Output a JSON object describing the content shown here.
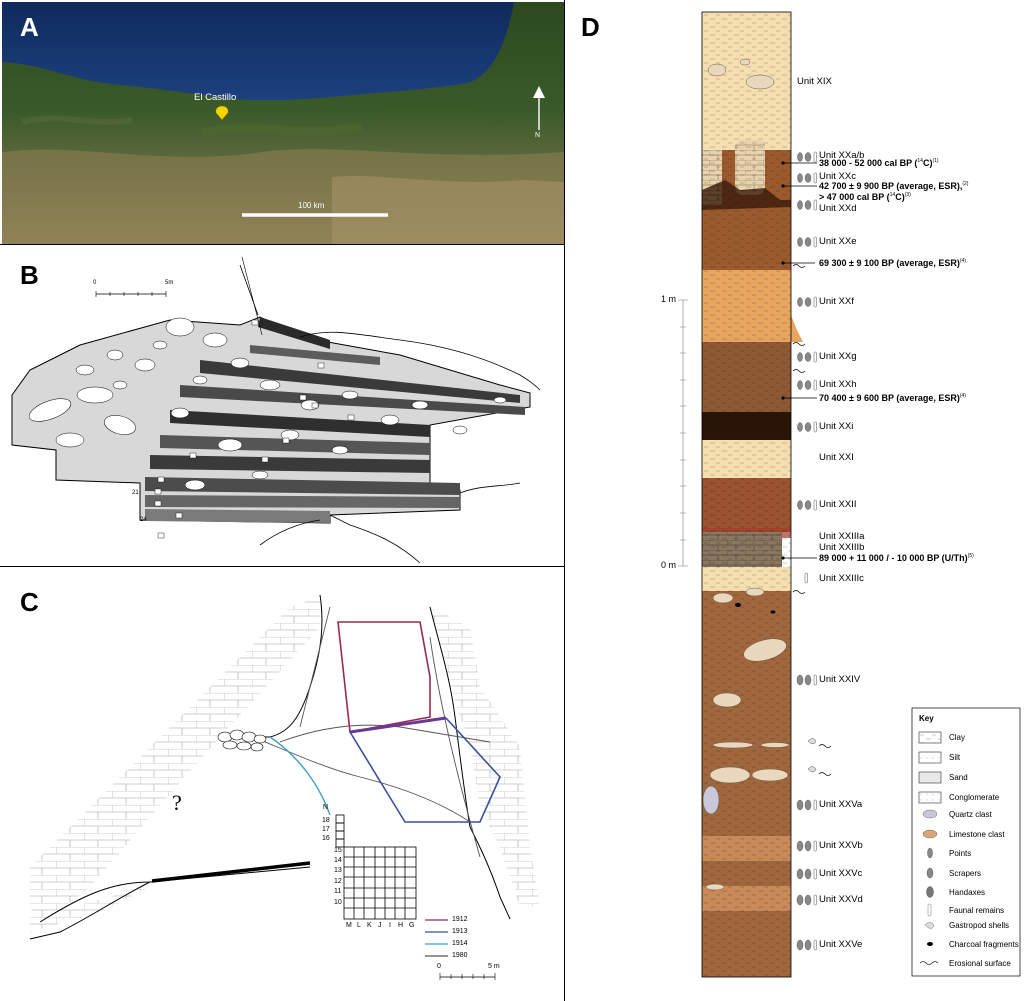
{
  "panel_a": {
    "letter": "A",
    "site_label": "El Castillo",
    "scale_label": "100 km",
    "north_label": "N"
  },
  "panel_b": {
    "letter": "B",
    "scale_start": "0",
    "scale_end": "5m",
    "layer_numbers": [
      "21",
      "24"
    ]
  },
  "panel_c": {
    "letter": "C",
    "question": "?",
    "north_label": "N",
    "grid_rows": [
      "18",
      "17",
      "16",
      "15",
      "14",
      "13",
      "12",
      "11",
      "10"
    ],
    "grid_cols": [
      "M",
      "L",
      "K",
      "J",
      "I",
      "H",
      "G"
    ],
    "legend": [
      {
        "year": "1912",
        "color": "#9a2a55"
      },
      {
        "year": "1913",
        "color": "#3a4fa0"
      },
      {
        "year": "1914",
        "color": "#3aa0c8"
      },
      {
        "year": "1980",
        "color": "#555555"
      }
    ],
    "scale_start": "0",
    "scale_end": "5 m"
  },
  "panel_d": {
    "letter": "D",
    "scale_labels": [
      "1 m",
      "0 m"
    ],
    "units": [
      {
        "name": "Unit XIX"
      },
      {
        "name": "Unit XXa/b"
      },
      {
        "name": "Unit XXc"
      },
      {
        "name": "Unit XXd"
      },
      {
        "name": "Unit XXe"
      },
      {
        "name": "Unit XXf"
      },
      {
        "name": "Unit XXg"
      },
      {
        "name": "Unit XXh"
      },
      {
        "name": "Unit XXi"
      },
      {
        "name": "Unit XXI"
      },
      {
        "name": "Unit XXII"
      },
      {
        "name": "Unit XXIIIa"
      },
      {
        "name": "Unit XXIIIb"
      },
      {
        "name": "Unit XXIIIc"
      },
      {
        "name": "Unit XXIV"
      },
      {
        "name": "Unit XXVa"
      },
      {
        "name": "Unit XXVb"
      },
      {
        "name": "Unit XXVc"
      },
      {
        "name": "Unit XXVd"
      },
      {
        "name": "Unit XXVe"
      }
    ],
    "dates": [
      {
        "text": "38 000 - 52 000 cal BP (",
        "iso": "14",
        "tail": "C)",
        "ref": "(1)"
      },
      {
        "text": "42 700 ± 9 900 BP (average, ESR),",
        "ref": "(2)"
      },
      {
        "text": "> 47 000 cal BP (",
        "iso": "14",
        "tail": "C)",
        "ref": "(3)"
      },
      {
        "text": "69 300 ± 9 100 BP (average, ESR)",
        "ref": "(4)"
      },
      {
        "text": "70 400 ± 9 600 BP (average, ESR)",
        "ref": "(4)"
      },
      {
        "text": "89 000 + 11 000 / - 10 000 BP (U/Th)",
        "ref": "(5)"
      }
    ],
    "key": {
      "title": "Key",
      "items": [
        "Clay",
        "Silt",
        "Sand",
        "Conglomerate",
        "Quartz clast",
        "Limestone  clast",
        "Points",
        "Scrapers",
        "Handaxes",
        "Faunal remains",
        "Gastropod shells",
        "Charcoal fragments",
        "Erosional surface"
      ]
    }
  }
}
